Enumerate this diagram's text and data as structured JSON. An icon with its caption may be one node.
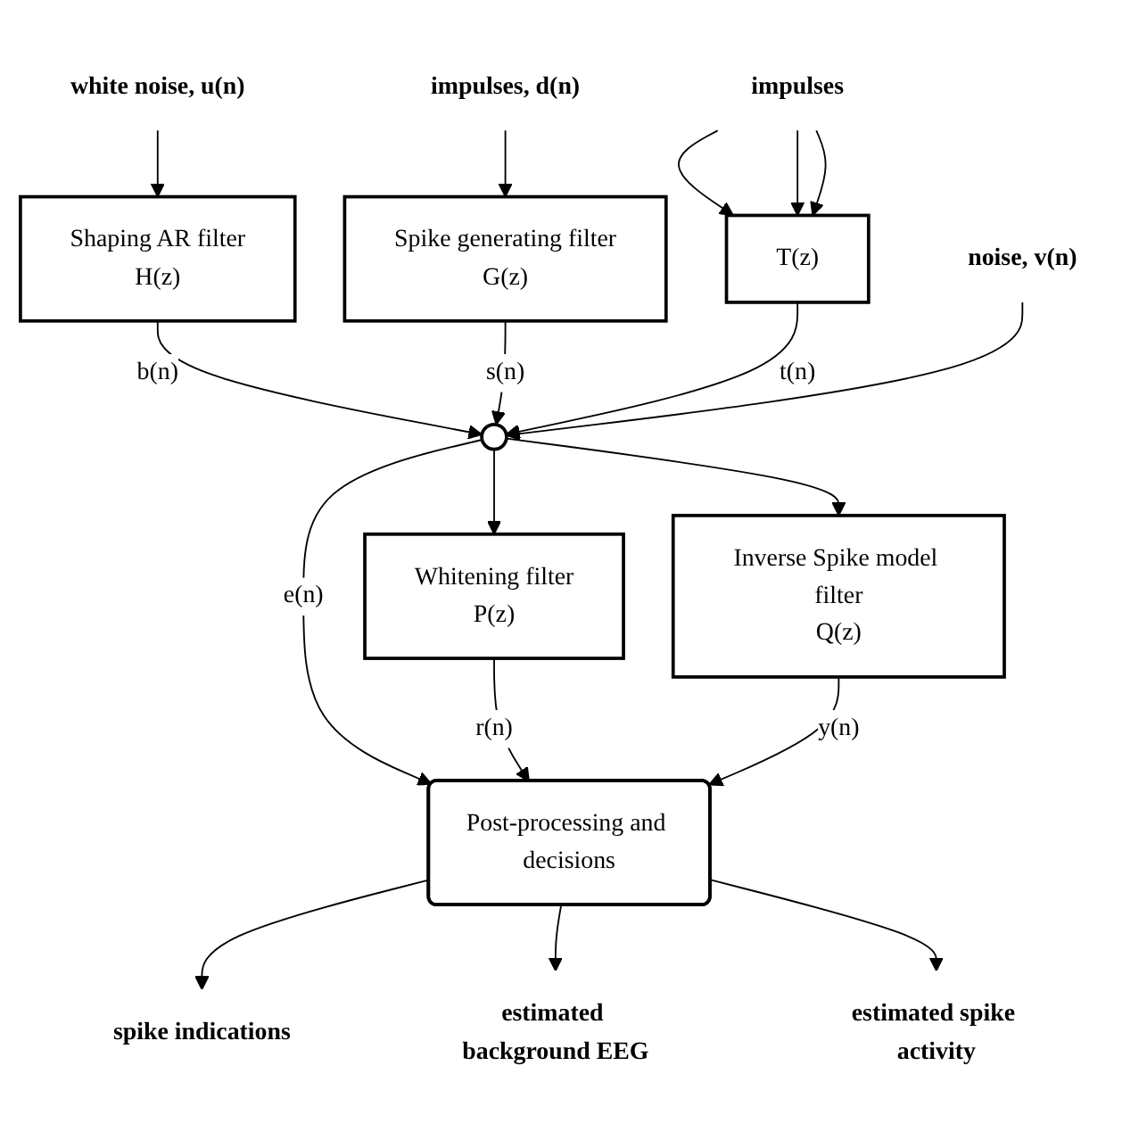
{
  "diagram": {
    "nodes": [
      {
        "text": [
          "white noise, u(n)"
        ]
      },
      {
        "text": [
          "impulses, d(n)"
        ]
      },
      {
        "text": [
          "impulses"
        ]
      },
      {
        "text": [
          "noise, v(n)"
        ]
      },
      {
        "text": [
          "Shaping AR filter",
          "H(z)"
        ]
      },
      {
        "text": [
          "Spike generating filter",
          "G(z)"
        ]
      },
      {
        "text": [
          "T(z)"
        ]
      },
      {
        "text": [],
        "shape": "circle"
      },
      {
        "text": [
          "Whitening filter",
          "P(z)"
        ]
      },
      {
        "text": [
          "Inverse Spike model filter",
          "Q(z)"
        ]
      },
      {
        "text": [
          "Post-processing and decisions"
        ]
      },
      {
        "text": [
          "spike indications"
        ]
      },
      {
        "text": [
          "estimated background EEG"
        ]
      },
      {
        "text": [
          "estimated spike activity"
        ]
      }
    ],
    "edges": [
      {
        "from": 0,
        "to": 4,
        "arrow": "to"
      },
      {
        "from": 1,
        "to": 5,
        "arrow": "to"
      },
      {
        "from": 2,
        "to": 6,
        "arrow": "to"
      },
      {
        "from": 2,
        "to": 6,
        "arrow": "to"
      },
      {
        "from": 2,
        "to": 6,
        "arrow": "to"
      },
      {
        "from": 4,
        "to": 7,
        "label": "b(n)",
        "arrow": "to"
      },
      {
        "from": 5,
        "to": 7,
        "label": "s(n)",
        "arrow": "to"
      },
      {
        "from": 6,
        "to": 7,
        "label": "t(n)",
        "arrow": "to"
      },
      {
        "from": 3,
        "to": 7,
        "arrow": "to"
      },
      {
        "from": 7,
        "to": 8,
        "arrow": "to"
      },
      {
        "from": 7,
        "to": 10,
        "label": "e(n)",
        "arrow": "to"
      },
      {
        "from": 7,
        "to": 9,
        "arrow": "to"
      },
      {
        "from": 8,
        "to": 10,
        "label": "r(n)",
        "arrow": "to"
      },
      {
        "from": 9,
        "to": 10,
        "label": "y(n)",
        "arrow": "to"
      },
      {
        "from": 10,
        "to": 11,
        "arrow": "to"
      },
      {
        "from": 10,
        "to": 12,
        "arrow": "to"
      },
      {
        "from": 10,
        "to": 13,
        "arrow": "to"
      }
    ]
  }
}
